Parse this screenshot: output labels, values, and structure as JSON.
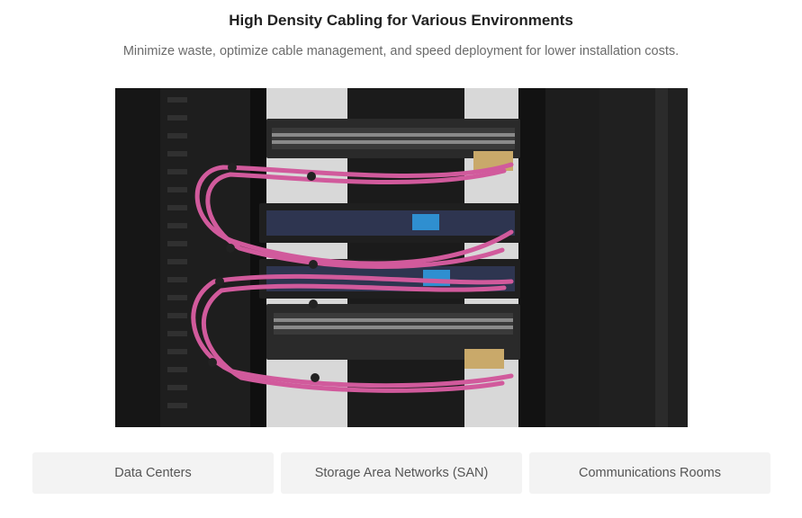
{
  "header": {
    "title": "High Density Cabling for Various Environments",
    "subtitle": "Minimize waste, optimize cable management, and speed deployment for lower installation costs."
  },
  "hero": {
    "icon": "server-rack-photo",
    "colors": {
      "rack": "#1a1a1a",
      "cable": "#d15a9c",
      "port_blue": "#2f8fd0"
    }
  },
  "tabs": [
    {
      "label": "Data Centers"
    },
    {
      "label": "Storage Area Networks (SAN)"
    },
    {
      "label": "Communications Rooms"
    }
  ]
}
